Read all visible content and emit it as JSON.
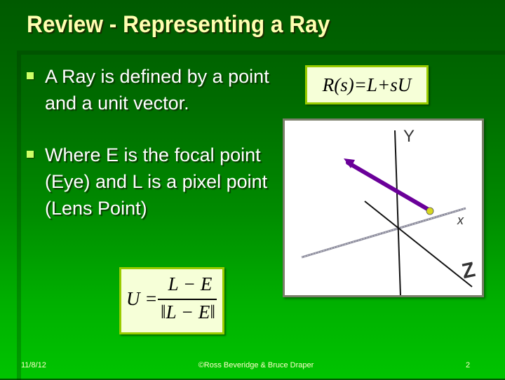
{
  "slide": {
    "title": "Review - Representing a Ray",
    "bullets": [
      {
        "text": "A Ray is defined by a point and a unit vector."
      },
      {
        "text": "Where E is the focal point (Eye) and L is a pixel point (Lens Point)"
      }
    ],
    "equations": {
      "ray": "R(s)=L+sU",
      "unit_vector": {
        "lhs": "U =",
        "numerator": "L − E",
        "denominator": "‖L − E‖"
      }
    },
    "figure": {
      "axis_labels": {
        "y": "Y",
        "x": "x",
        "z": "Z"
      },
      "ray_color": "#6a0099",
      "point_color": "#d8d820"
    },
    "colors": {
      "title": "#ffffb0",
      "bullet_marker": "#ccff66",
      "eq_box_border": "#99cc00",
      "eq_box_bg": "#f6ffd8"
    }
  },
  "footer": {
    "date": "11/8/12",
    "copyright": "©Ross Beveridge & Bruce Draper",
    "page_number": "2"
  }
}
